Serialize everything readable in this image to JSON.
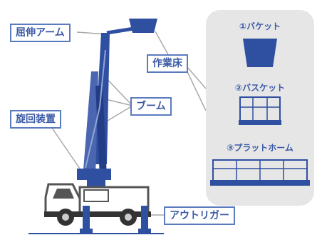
{
  "labels": {
    "telescopic_arm": "屈伸アーム",
    "work_floor": "作業床",
    "boom": "ブーム",
    "swivel_device": "旋回装置",
    "outrigger": "アウトリガー"
  },
  "panel": {
    "bucket": "①バケット",
    "basket": "②バスケット",
    "platform": "③プラットホーム"
  },
  "colors": {
    "blue": "#2f4fa0",
    "label_border": "#5b7bbf",
    "panel_bg": "#e6e6e6",
    "line": "#a9a9a9"
  }
}
